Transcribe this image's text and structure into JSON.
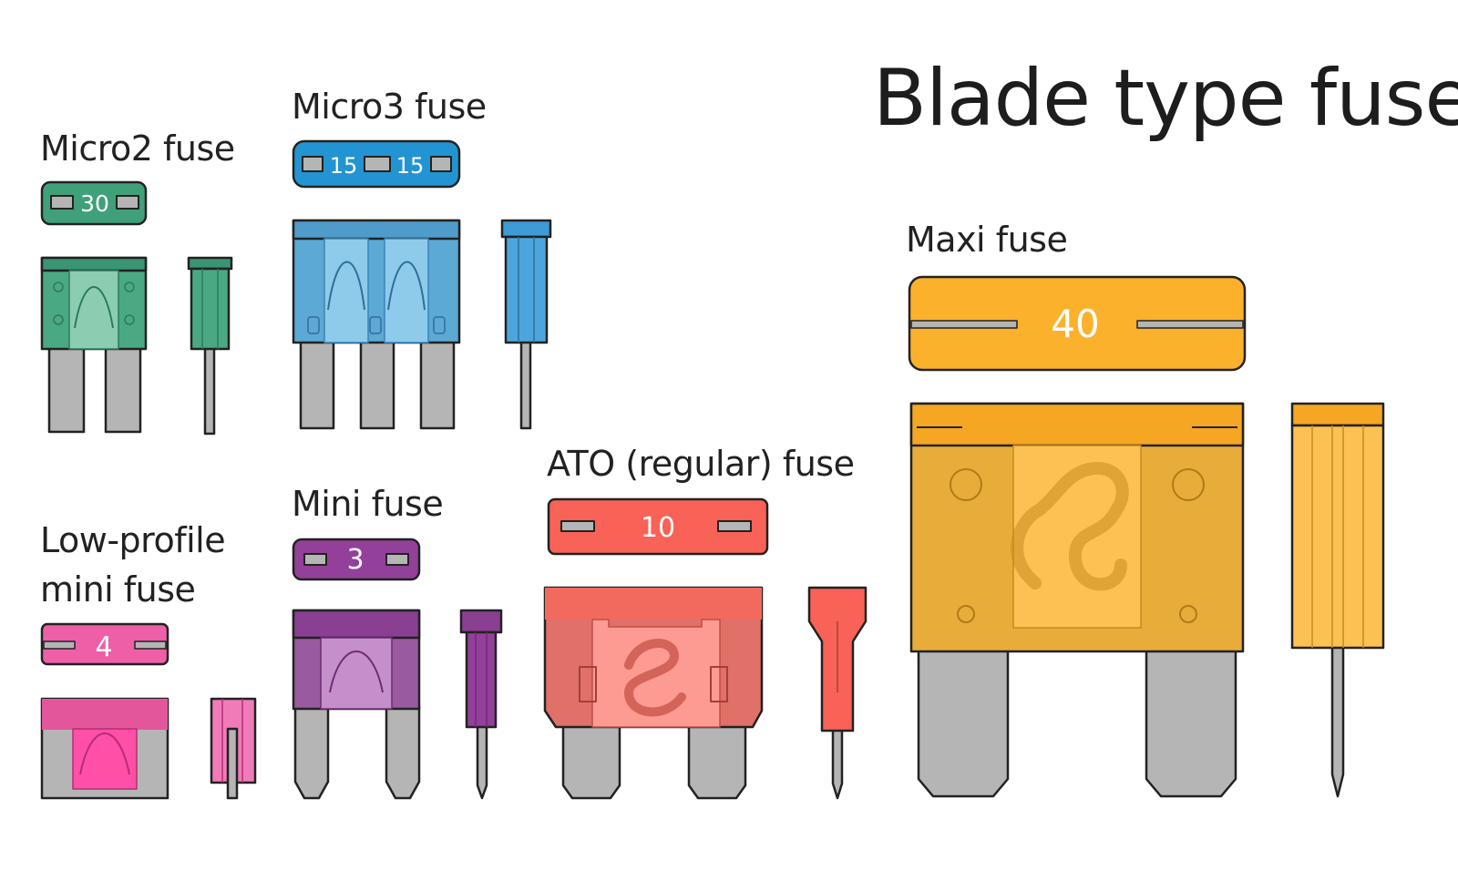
{
  "title": "Blade type fuses",
  "fuses": {
    "micro2": {
      "label": "Micro2 fuse",
      "rating": "30",
      "color": "#3fa07a"
    },
    "micro3": {
      "label": "Micro3 fuse",
      "rating_left": "15",
      "rating_right": "15",
      "color": "#2394d2"
    },
    "maxi": {
      "label": "Maxi fuse",
      "rating": "40",
      "color": "#fbb12b"
    },
    "ato": {
      "label": "ATO (regular) fuse",
      "rating": "10",
      "color": "#f96256"
    },
    "mini": {
      "label": "Mini fuse",
      "rating": "3",
      "color": "#93409a"
    },
    "lowprofile": {
      "label_line1": "Low-profile",
      "label_line2": "mini fuse",
      "rating": "4",
      "color": "#ee5fa8"
    }
  },
  "metal_color": "#b5b5b5"
}
